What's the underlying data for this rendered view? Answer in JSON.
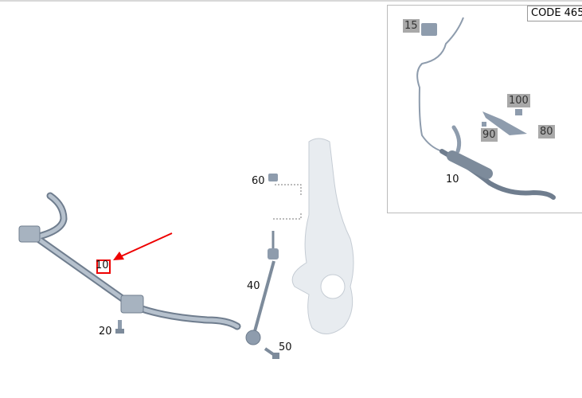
{
  "inset": {
    "code_label": "CODE 465",
    "parts": [
      {
        "id": "15",
        "highlighted": true
      },
      {
        "id": "100",
        "highlighted": true
      },
      {
        "id": "90",
        "highlighted": true
      },
      {
        "id": "80",
        "highlighted": true
      },
      {
        "id": "10",
        "highlighted": false
      }
    ]
  },
  "main": {
    "parts": [
      "10",
      "20",
      "40",
      "50",
      "60"
    ],
    "selected_part": "10"
  },
  "colors": {
    "part": "#9aa8b8",
    "highlight": "#e00000",
    "label_bg": "#a9a9a9"
  }
}
